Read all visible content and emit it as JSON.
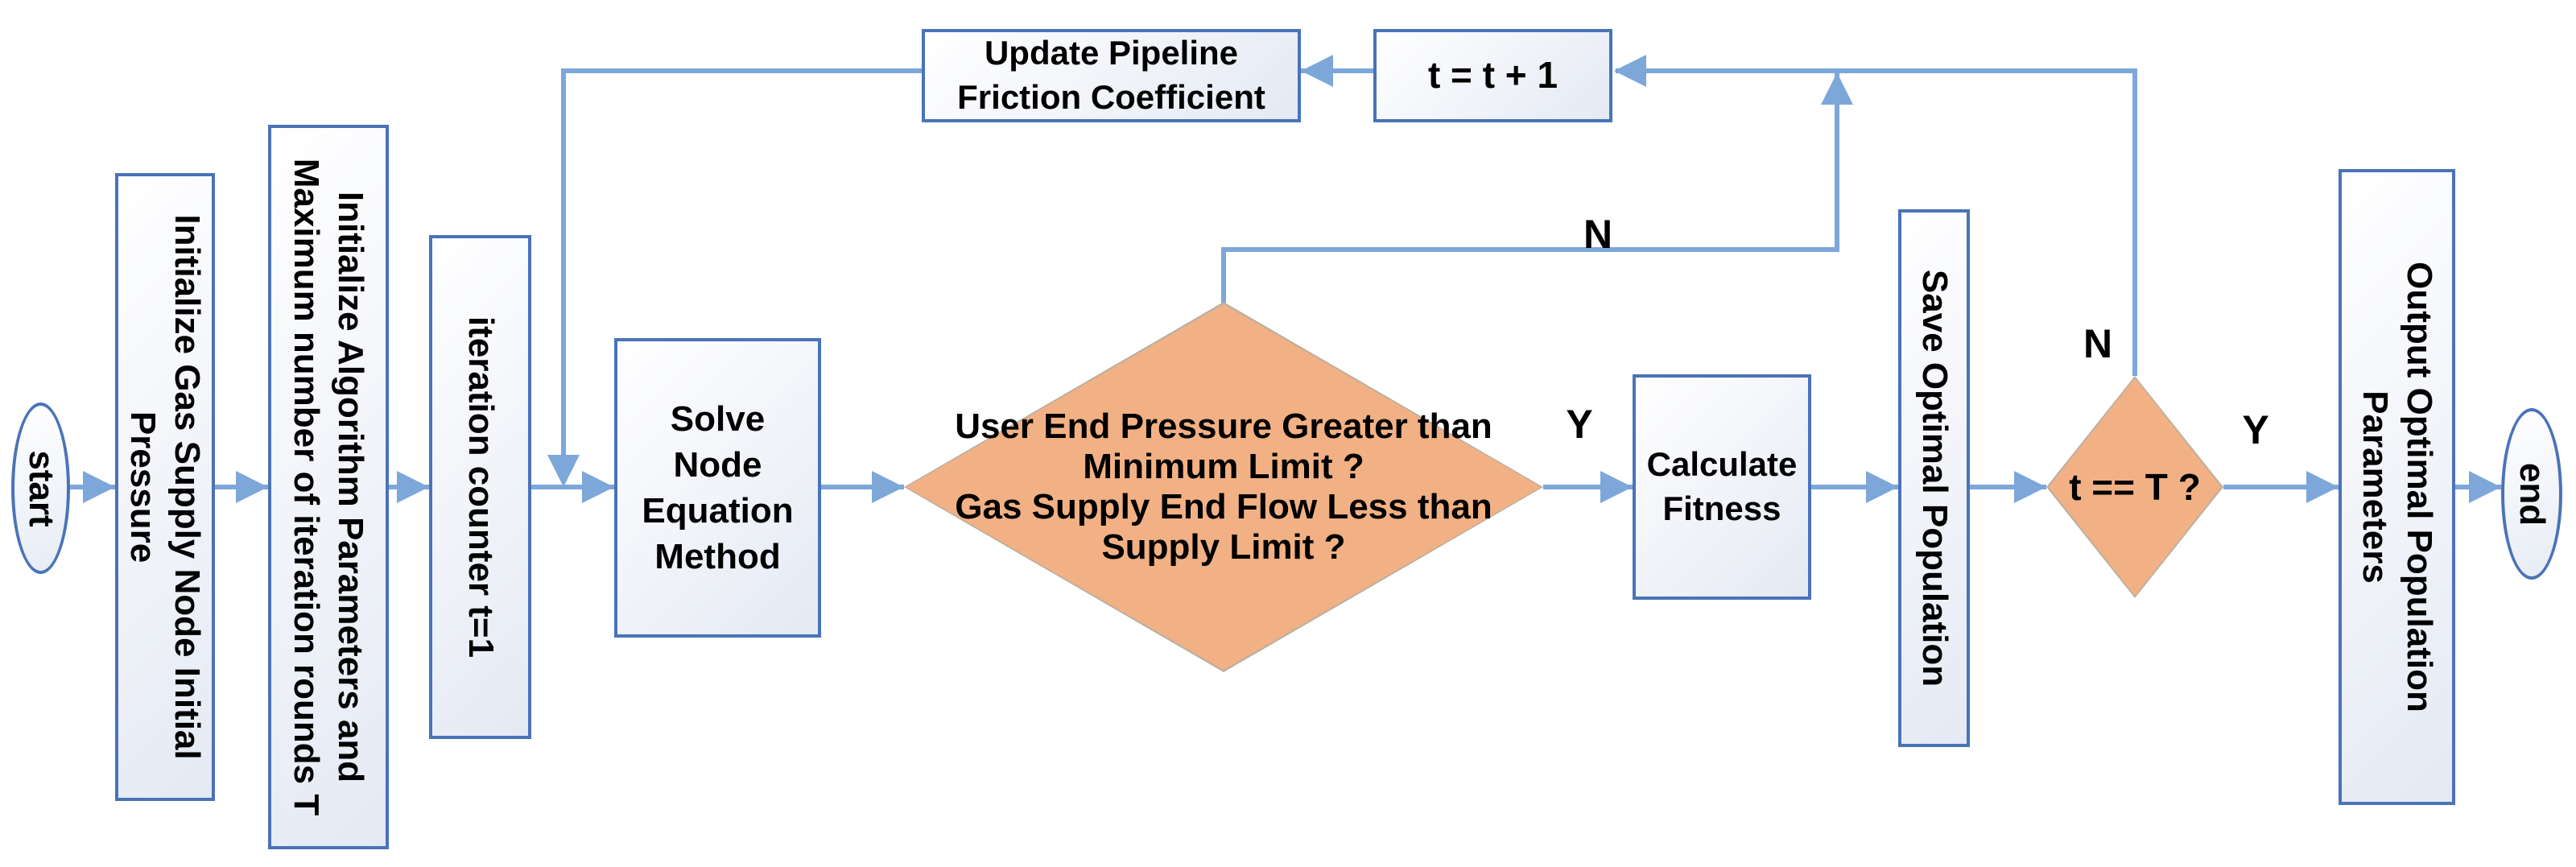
{
  "diagram": {
    "type": "flowchart",
    "nodes": {
      "start": {
        "shape": "terminator",
        "label": "start"
      },
      "init_pressure": {
        "shape": "process",
        "label": "Initialize Gas Supply Node Initial Pressure",
        "lines": [
          "Initialize Gas Supply Node Initial",
          "Pressure"
        ]
      },
      "init_params": {
        "shape": "process",
        "label": "Initialize Algorithm Parameters and Maximum number of iteration rounds T",
        "lines": [
          "Initialize Algorithm Parameters and",
          "Maximum number of iteration rounds T"
        ]
      },
      "iter_counter": {
        "shape": "process",
        "label": "iteration counter t=1"
      },
      "solve_node": {
        "shape": "process",
        "label": "Solve Node Equation Method",
        "lines": [
          "Solve",
          "Node",
          "Equation",
          "Method"
        ]
      },
      "feasibility_check": {
        "shape": "decision",
        "label": "User End Pressure Greater than Minimum Limit ? Gas Supply End Flow Less than Supply Limit ?",
        "lines": [
          "User End Pressure Greater than",
          "Minimum Limit ?",
          "Gas Supply End Flow Less than",
          "Supply Limit ?"
        ]
      },
      "calc_fitness": {
        "shape": "process",
        "label": "Calculate Fitness",
        "lines": [
          "Calculate",
          "Fitness"
        ]
      },
      "save_population": {
        "shape": "process",
        "label": "Save Optimal Population"
      },
      "iteration_check": {
        "shape": "decision",
        "label": "t == T ?"
      },
      "output_params": {
        "shape": "process",
        "label": "Output Optimal Population Parameters",
        "lines": [
          "Output Optimal Population",
          "Parameters"
        ]
      },
      "end": {
        "shape": "terminator",
        "label": "end"
      },
      "update_friction": {
        "shape": "process",
        "label": "Update Pipeline Friction Coefficient",
        "lines": [
          "Update Pipeline",
          "Friction Coefficient"
        ]
      },
      "increment_t": {
        "shape": "process",
        "label": "t = t + 1"
      }
    },
    "branch_labels": {
      "feasibility_yes": "Y",
      "feasibility_no": "N",
      "iteration_yes": "Y",
      "iteration_no": "N"
    },
    "colors": {
      "connector": "#7da7d9",
      "node_border": "#4a73b8",
      "node_fill_light": "#ffffff",
      "node_fill_dark": "#e4e9f3",
      "decision_fill": "#f2b184",
      "decision_border": "#bfb09e",
      "text": "#000000"
    }
  }
}
